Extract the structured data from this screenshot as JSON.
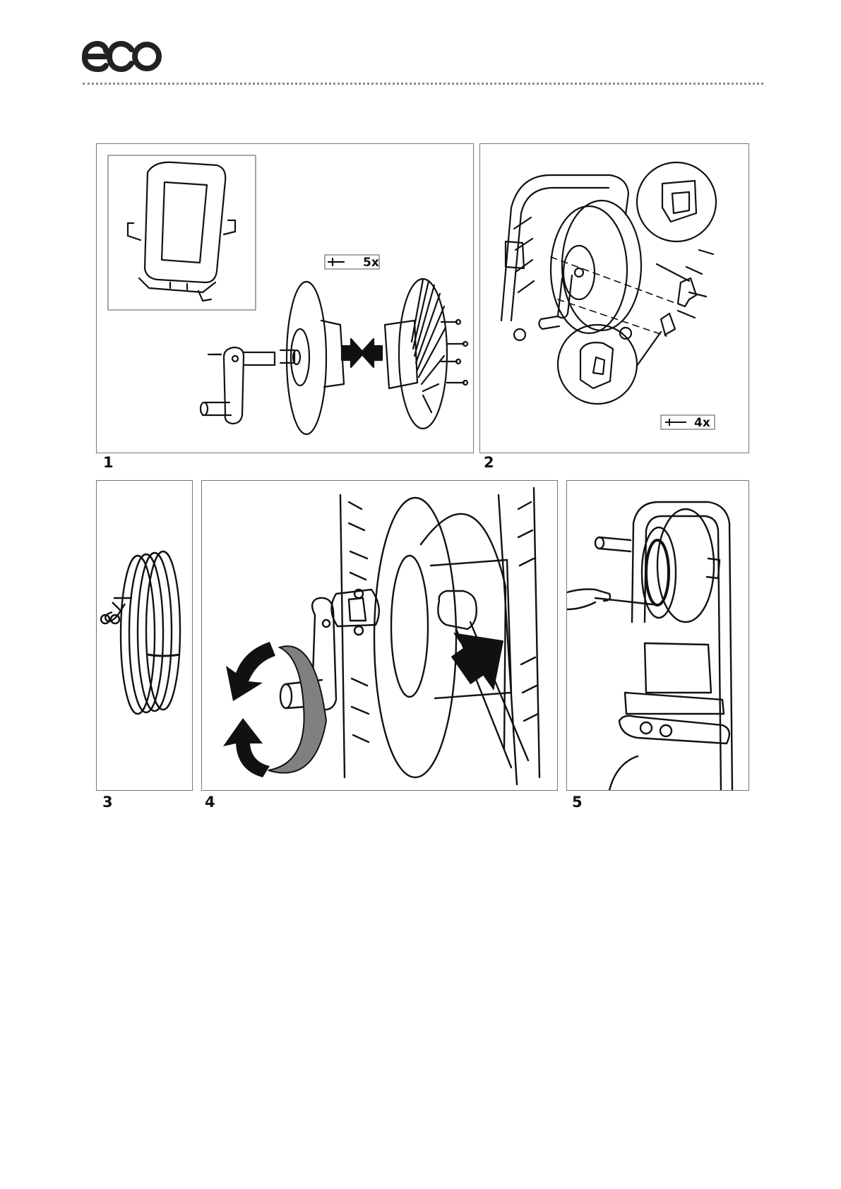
{
  "brand": {
    "logo_text": "eco"
  },
  "steps": [
    {
      "number": "1",
      "screw_count": "5x"
    },
    {
      "number": "2",
      "screw_count": "4x"
    },
    {
      "number": "3"
    },
    {
      "number": "4"
    },
    {
      "number": "5"
    }
  ],
  "colors": {
    "line": "#111111",
    "panel_border": "#777777",
    "rule": "#8a8a8a",
    "rotation_band": "#808080"
  }
}
